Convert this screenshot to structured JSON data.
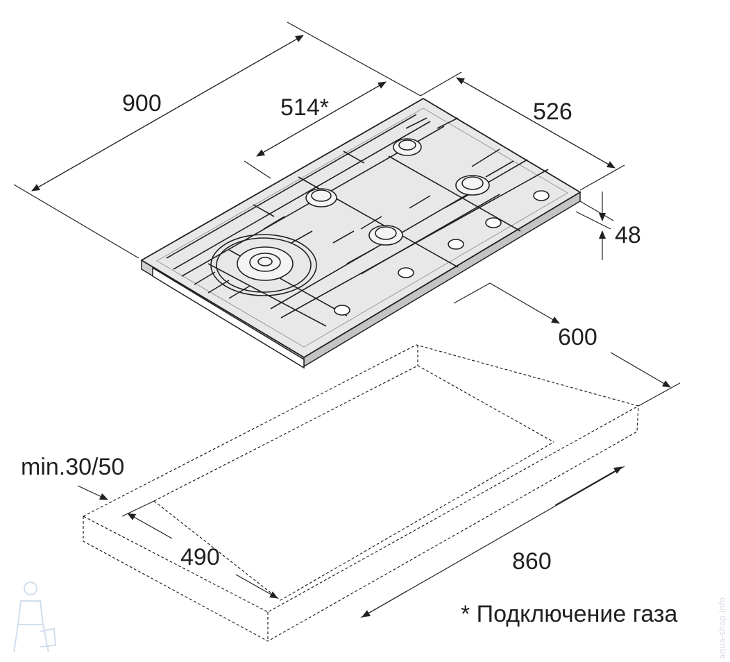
{
  "dimensions": {
    "width_overall": "900",
    "gas_connection_offset": "514*",
    "depth_overall": "526",
    "height": "48",
    "cutout_depth_outer": "600",
    "min_clearance": "min.30/50",
    "cutout_depth": "490",
    "cutout_width": "860"
  },
  "footnote": "* Подключение газа",
  "watermark": "aqua-shop.info",
  "colors": {
    "line": "#231f20",
    "hob_surface": "#e8e8e8",
    "hob_edge": "#b8b8b8"
  }
}
